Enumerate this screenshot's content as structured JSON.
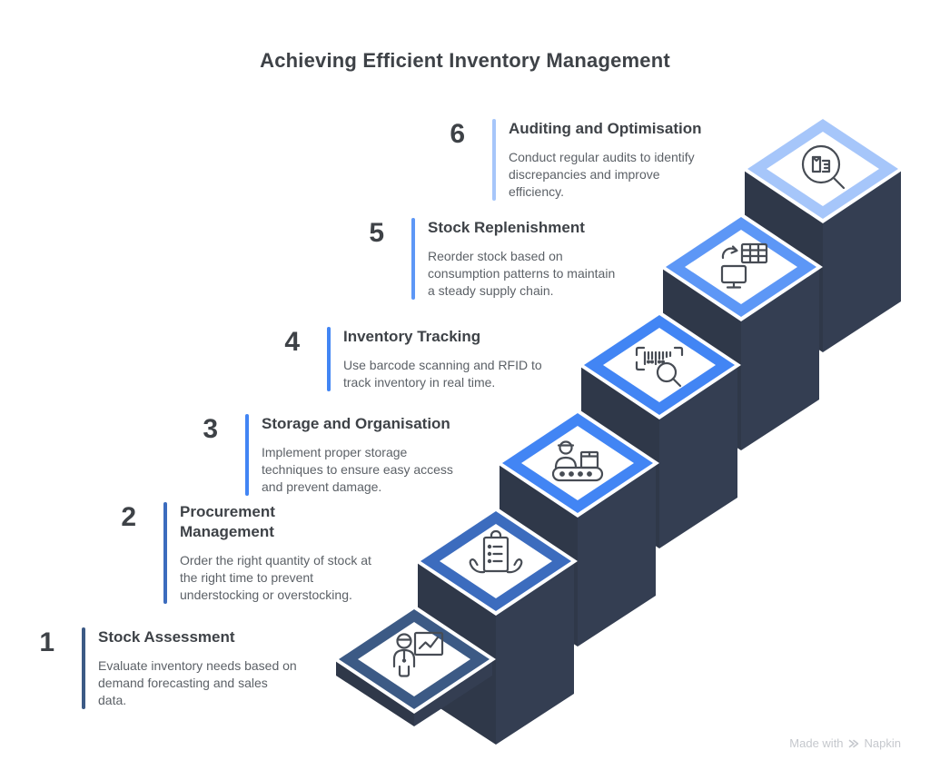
{
  "title": "Achieving Efficient Inventory Management",
  "steps": [
    {
      "number": "1",
      "title": "Stock Assessment",
      "description": "Evaluate inventory needs based on\ndemand forecasting and sales\ndata.",
      "color": "#3C5A85",
      "icon": "person-presenting-chart"
    },
    {
      "number": "2",
      "title": "Procurement\nManagement",
      "description": "Order the right quantity of stock at\nthe right time to prevent\nunderstocking or overstocking.",
      "color": "#3C6CBE",
      "icon": "hands-holding-checklist"
    },
    {
      "number": "3",
      "title": "Storage and Organisation",
      "description": "Implement proper storage\ntechniques to ensure easy access\nand prevent damage.",
      "color": "#4285F4",
      "icon": "worker-conveyor"
    },
    {
      "number": "4",
      "title": "Inventory Tracking",
      "description": "Use barcode scanning and RFID to\ntrack inventory in real time.",
      "color": "#4285F4",
      "icon": "barcode-scan"
    },
    {
      "number": "5",
      "title": "Stock Replenishment",
      "description": "Reorder stock based on\nconsumption patterns to maintain\na steady supply chain.",
      "color": "#5D97F6",
      "icon": "system-sync"
    },
    {
      "number": "6",
      "title": "Auditing and Optimisation",
      "description": "Conduct regular audits to identify\ndiscrepancies and improve\nefficiency.",
      "color": "#A6C6FA",
      "icon": "audit-magnifier"
    }
  ],
  "colors": {
    "stair_dark_left": "#2F3849",
    "stair_dark_right": "#343E52",
    "icon_stroke": "#474C54",
    "title_text": "#3E4247",
    "body_text": "#5C6167"
  },
  "watermark": {
    "text_prefix": "Made with",
    "brand": "Napkin"
  }
}
